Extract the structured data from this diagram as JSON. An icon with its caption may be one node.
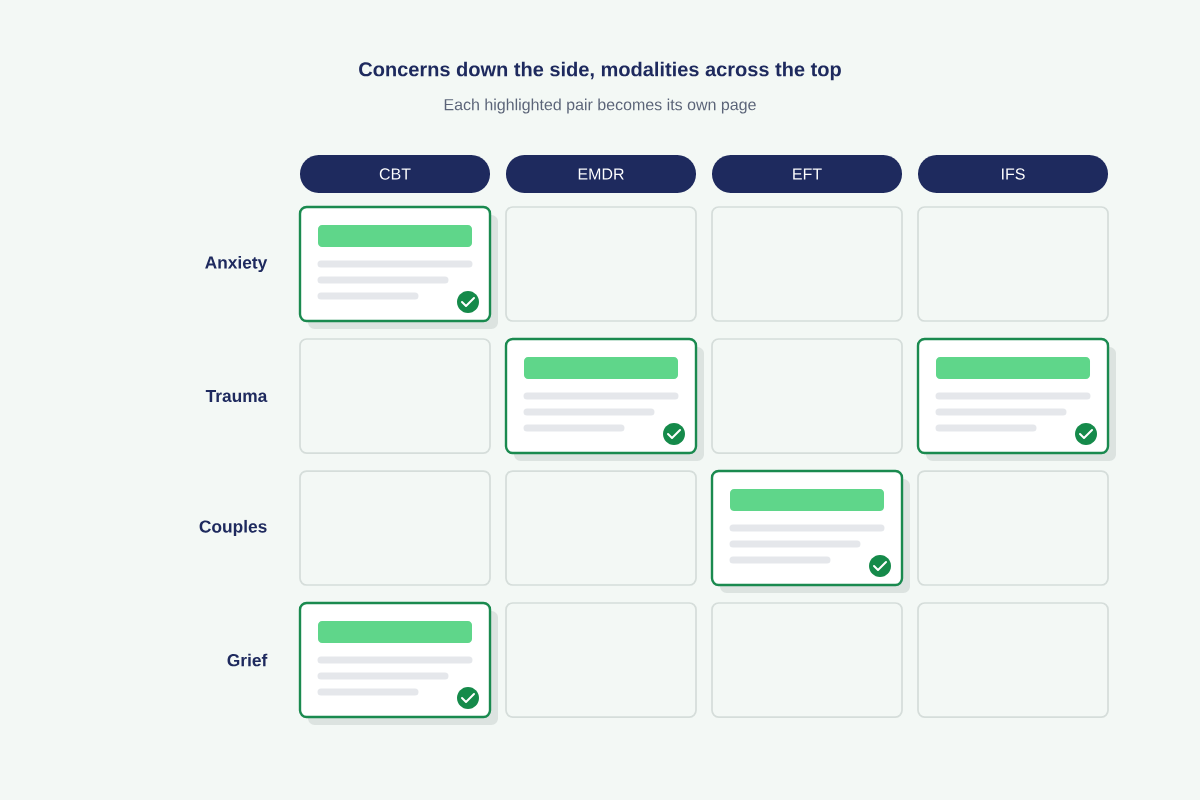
{
  "diagram": {
    "title": "Concerns down the side, modalities across the top",
    "caption": "Each highlighted pair becomes its own page",
    "nodes": [
      {
        "text": [
          "CBT"
        ]
      },
      {
        "text": [
          "EMDR"
        ]
      },
      {
        "text": [
          "EFT"
        ]
      },
      {
        "text": [
          "IFS"
        ]
      },
      {
        "text": [],
        "shape": "card"
      },
      {
        "text": [],
        "shape": "box"
      },
      {
        "text": [],
        "shape": "box"
      },
      {
        "text": [],
        "shape": "box"
      },
      {
        "text": [],
        "shape": "box"
      },
      {
        "text": [],
        "shape": "card"
      },
      {
        "text": [],
        "shape": "box"
      },
      {
        "text": [],
        "shape": "card"
      },
      {
        "text": [],
        "shape": "box"
      },
      {
        "text": [],
        "shape": "box"
      },
      {
        "text": [],
        "shape": "card"
      },
      {
        "text": [],
        "shape": "box"
      },
      {
        "text": [],
        "shape": "card"
      },
      {
        "text": [],
        "shape": "box"
      },
      {
        "text": [],
        "shape": "box"
      },
      {
        "text": [],
        "shape": "box"
      }
    ],
    "labels": [
      "Anxiety",
      "Trauma",
      "Couples",
      "Grief"
    ]
  }
}
